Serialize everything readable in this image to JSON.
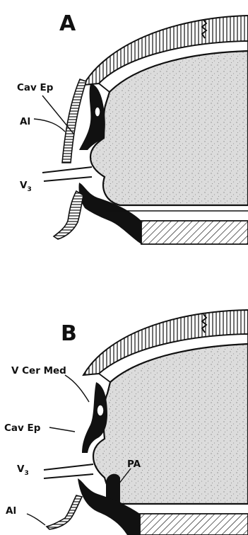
{
  "panel_a": {
    "letter": "A",
    "labels": {
      "cav_ep": "Cav Ep",
      "al": "Al",
      "v3_main": "V",
      "v3_sub": "3"
    }
  },
  "panel_b": {
    "letter": "B",
    "labels": {
      "v_cer_med": "V Cer Med",
      "cav_ep": "Cav Ep",
      "v3_main": "V",
      "v3_sub": "3",
      "pa": "PA",
      "al": "Al"
    }
  },
  "colors": {
    "ink": "#111111",
    "brain_fill": "#dcdcdc",
    "paper": "#ffffff"
  }
}
